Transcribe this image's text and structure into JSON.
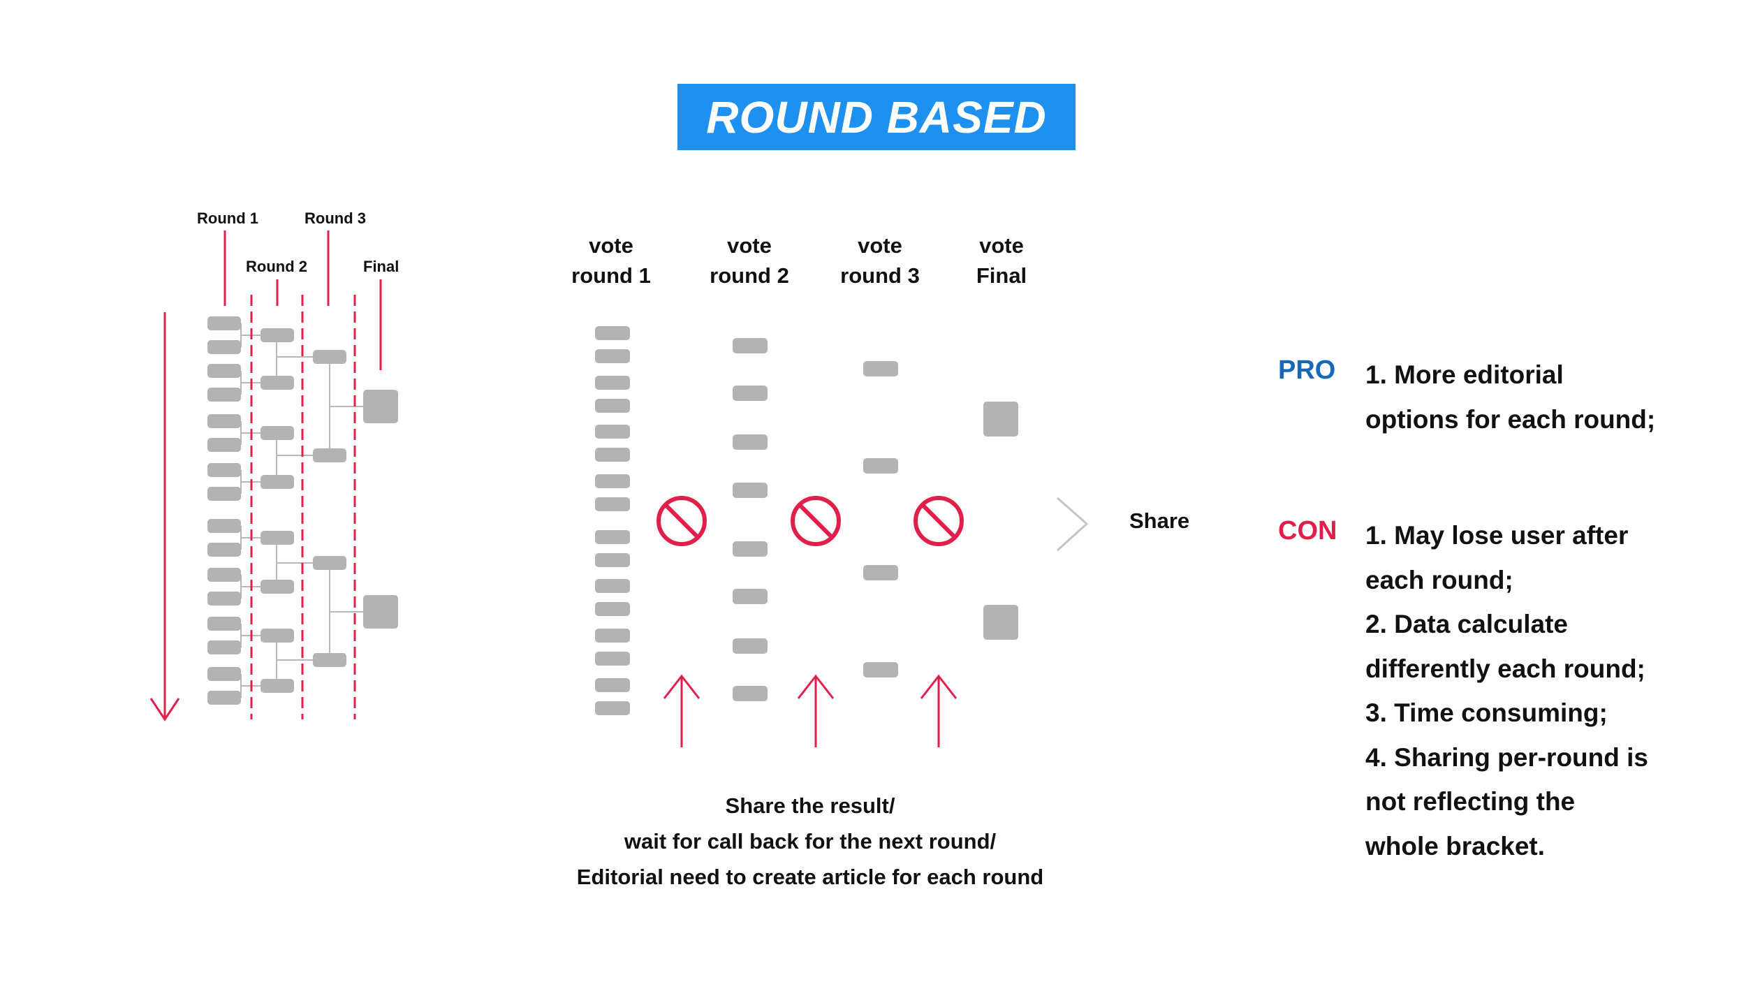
{
  "title": "ROUND BASED",
  "bracket_labels": {
    "round1": "Round 1",
    "round2": "Round 2",
    "round3": "Round 3",
    "final": "Final"
  },
  "columns": [
    {
      "line1": "vote",
      "line2": "round 1"
    },
    {
      "line1": "vote",
      "line2": "round 2"
    },
    {
      "line1": "vote",
      "line2": "round 3"
    },
    {
      "line1": "vote",
      "line2": "Final"
    }
  ],
  "share_label": "Share",
  "caption": [
    "Share the result/",
    "wait for call back for the next round/",
    "Editorial need to create article for each round"
  ],
  "pro": {
    "tag": "PRO",
    "lines": [
      "1. More editorial",
      "options for each round;"
    ]
  },
  "con": {
    "tag": "CON",
    "lines": [
      "1. May lose user after",
      "each round;",
      "2. Data calculate",
      "differently each round;",
      "3. Time consuming;",
      "4. Sharing per-round is",
      "not reflecting the",
      "whole bracket."
    ]
  },
  "colors": {
    "title_bg": "#1e90f0",
    "accent_red": "#e0204a",
    "pro_blue": "#1769b8",
    "con_red": "#e0204a",
    "box_gray": "#b3b3b3",
    "line_gray": "#b8b8b8"
  },
  "icons": [
    "no-entry-icon",
    "up-arrow-icon",
    "down-arrow-icon",
    "chevron-right-icon"
  ]
}
